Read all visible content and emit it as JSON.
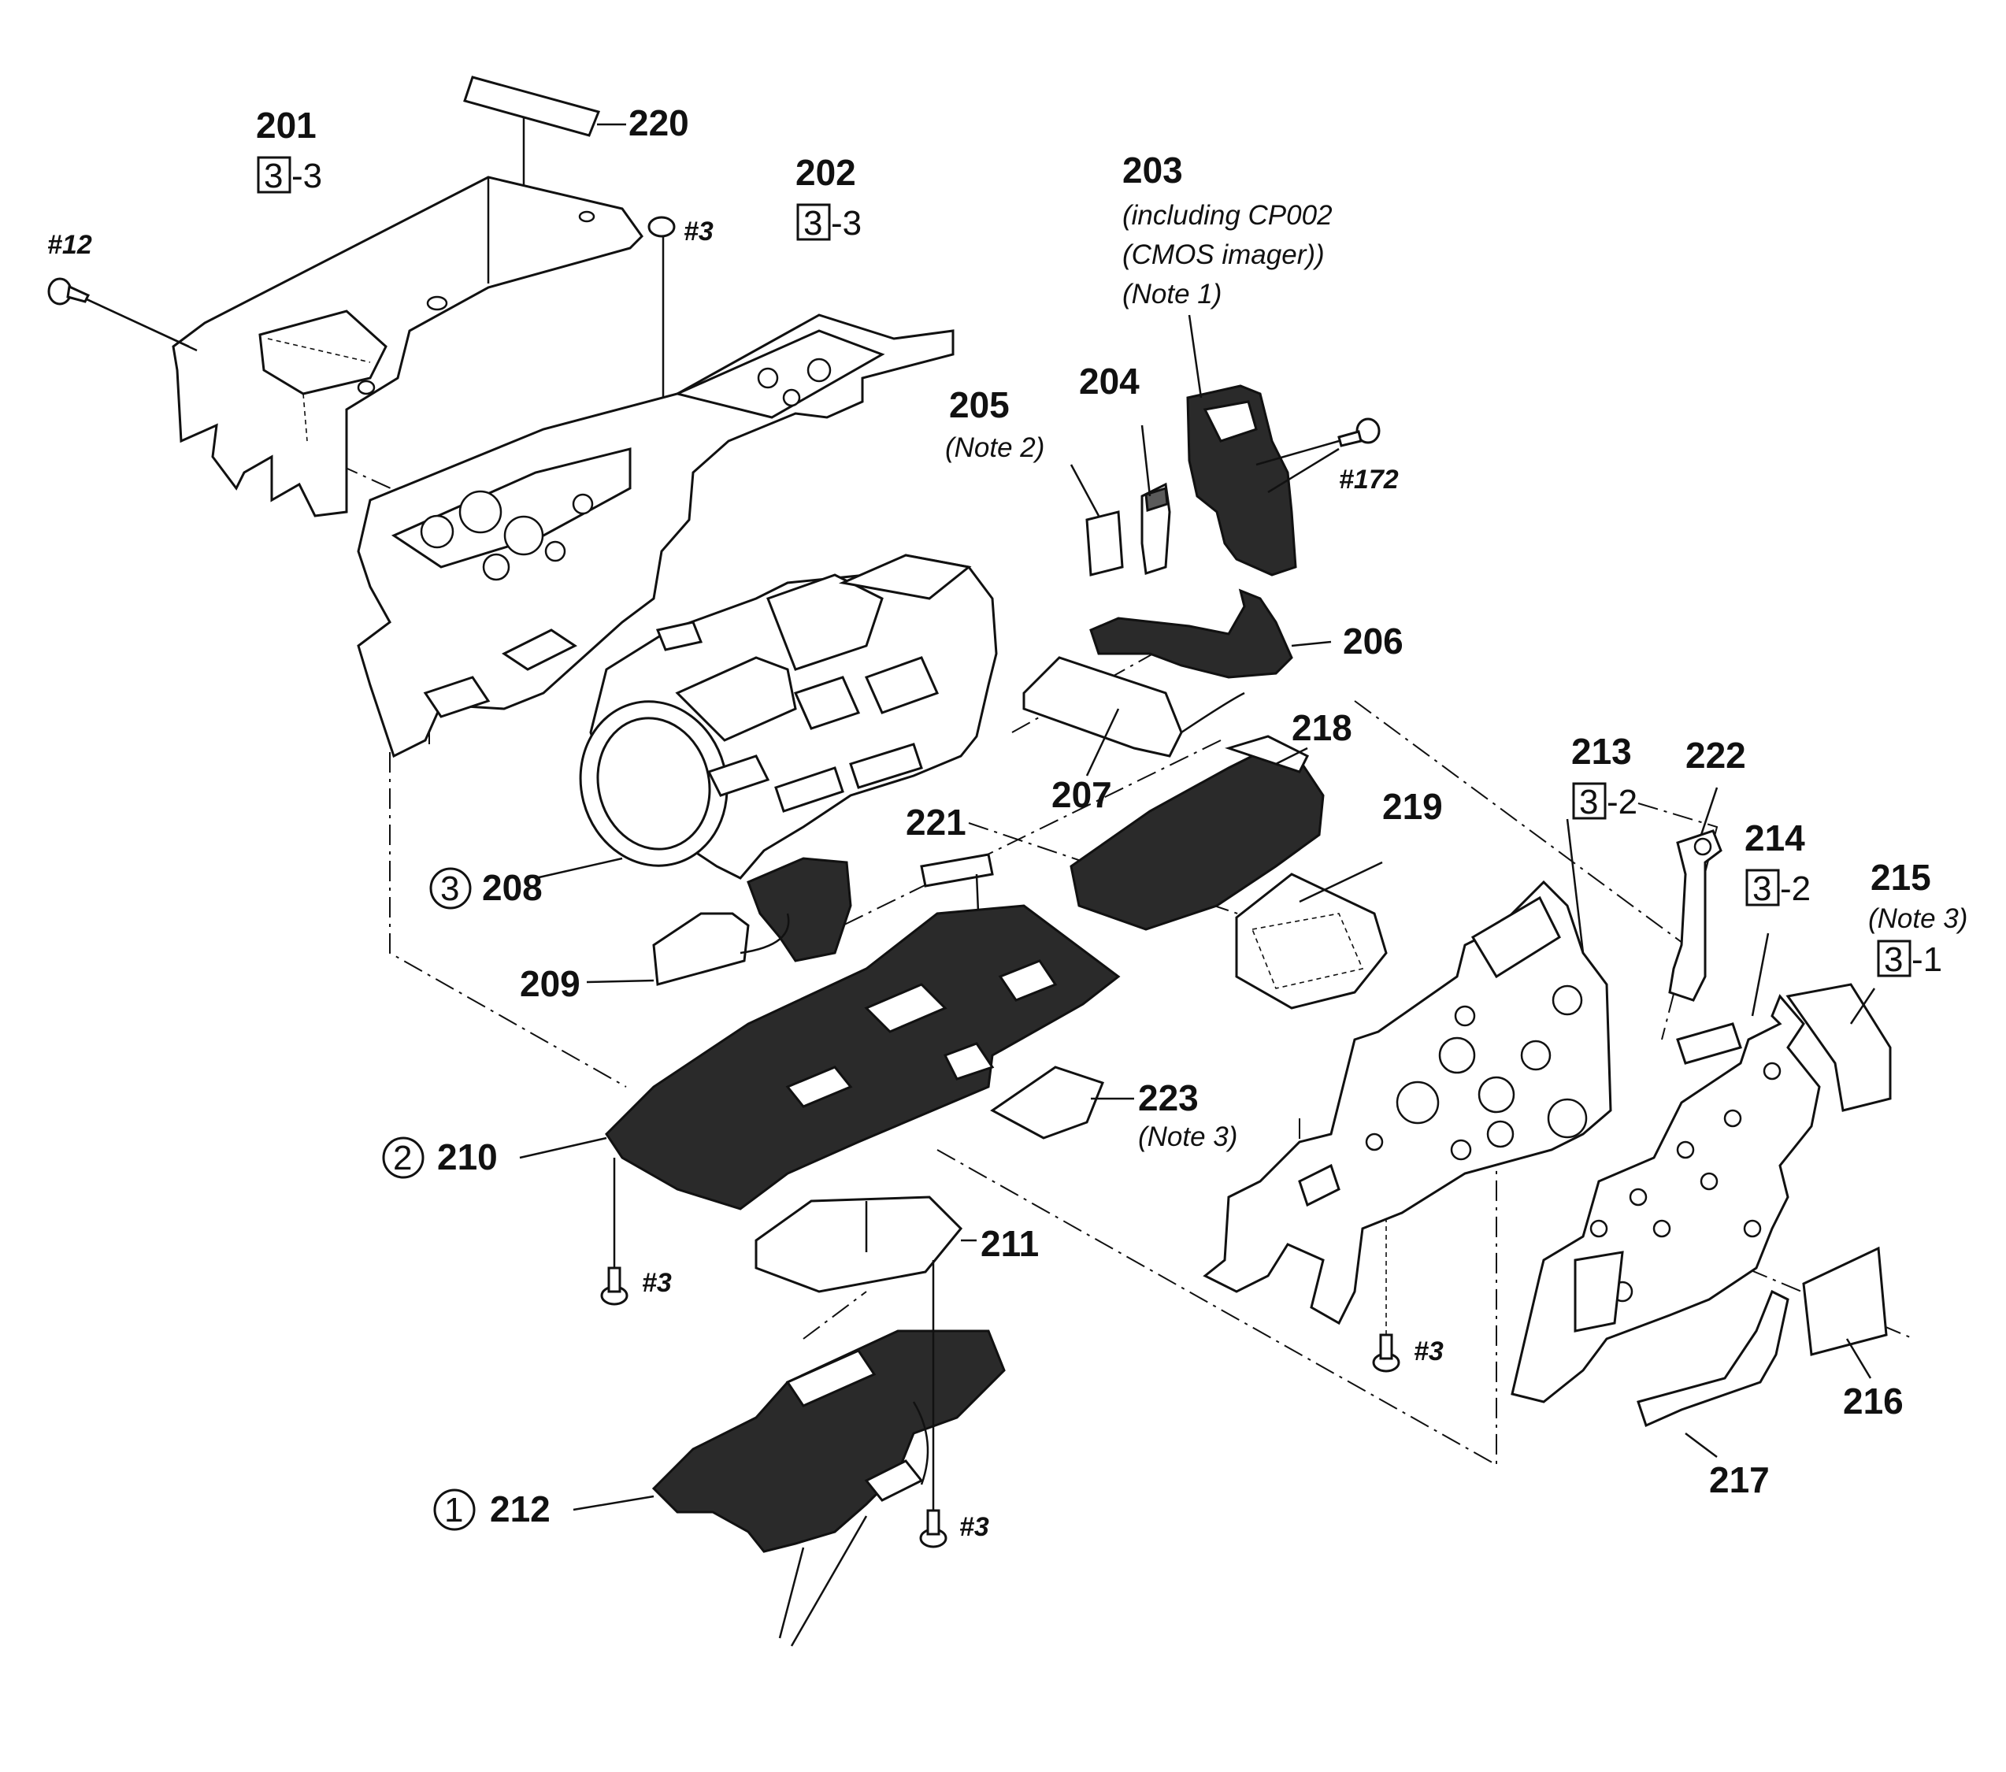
{
  "parts": [
    {
      "id": "p201",
      "num": "201",
      "ref": "3",
      "ref_sub": "-3"
    },
    {
      "id": "p202",
      "num": "202",
      "ref": "3",
      "ref_sub": "-3"
    },
    {
      "id": "p203",
      "num": "203",
      "notes": [
        "(including CP002",
        "(CMOS imager))",
        "(Note 1)"
      ]
    },
    {
      "id": "p204",
      "num": "204"
    },
    {
      "id": "p205",
      "num": "205",
      "note": "(Note 2)"
    },
    {
      "id": "p206",
      "num": "206"
    },
    {
      "id": "p207",
      "num": "207"
    },
    {
      "id": "p208",
      "num": "208",
      "circle": "3"
    },
    {
      "id": "p209",
      "num": "209"
    },
    {
      "id": "p210",
      "num": "210",
      "circle": "2"
    },
    {
      "id": "p211",
      "num": "211"
    },
    {
      "id": "p212",
      "num": "212",
      "circle": "1"
    },
    {
      "id": "p213",
      "num": "213",
      "ref": "3",
      "ref_sub": "-2"
    },
    {
      "id": "p214",
      "num": "214",
      "ref": "3",
      "ref_sub": "-2"
    },
    {
      "id": "p215",
      "num": "215",
      "note": "(Note 3)",
      "ref": "3",
      "ref_sub": "-1"
    },
    {
      "id": "p216",
      "num": "216"
    },
    {
      "id": "p217",
      "num": "217"
    },
    {
      "id": "p218",
      "num": "218"
    },
    {
      "id": "p219",
      "num": "219"
    },
    {
      "id": "p220",
      "num": "220"
    },
    {
      "id": "p221",
      "num": "221"
    },
    {
      "id": "p222",
      "num": "222"
    },
    {
      "id": "p223",
      "num": "223",
      "note": "(Note 3)"
    }
  ],
  "screws": {
    "s12": "#12",
    "s3_top": "#3",
    "s172": "#172",
    "s3_a": "#3",
    "s3_b": "#3",
    "s3_c": "#3"
  }
}
